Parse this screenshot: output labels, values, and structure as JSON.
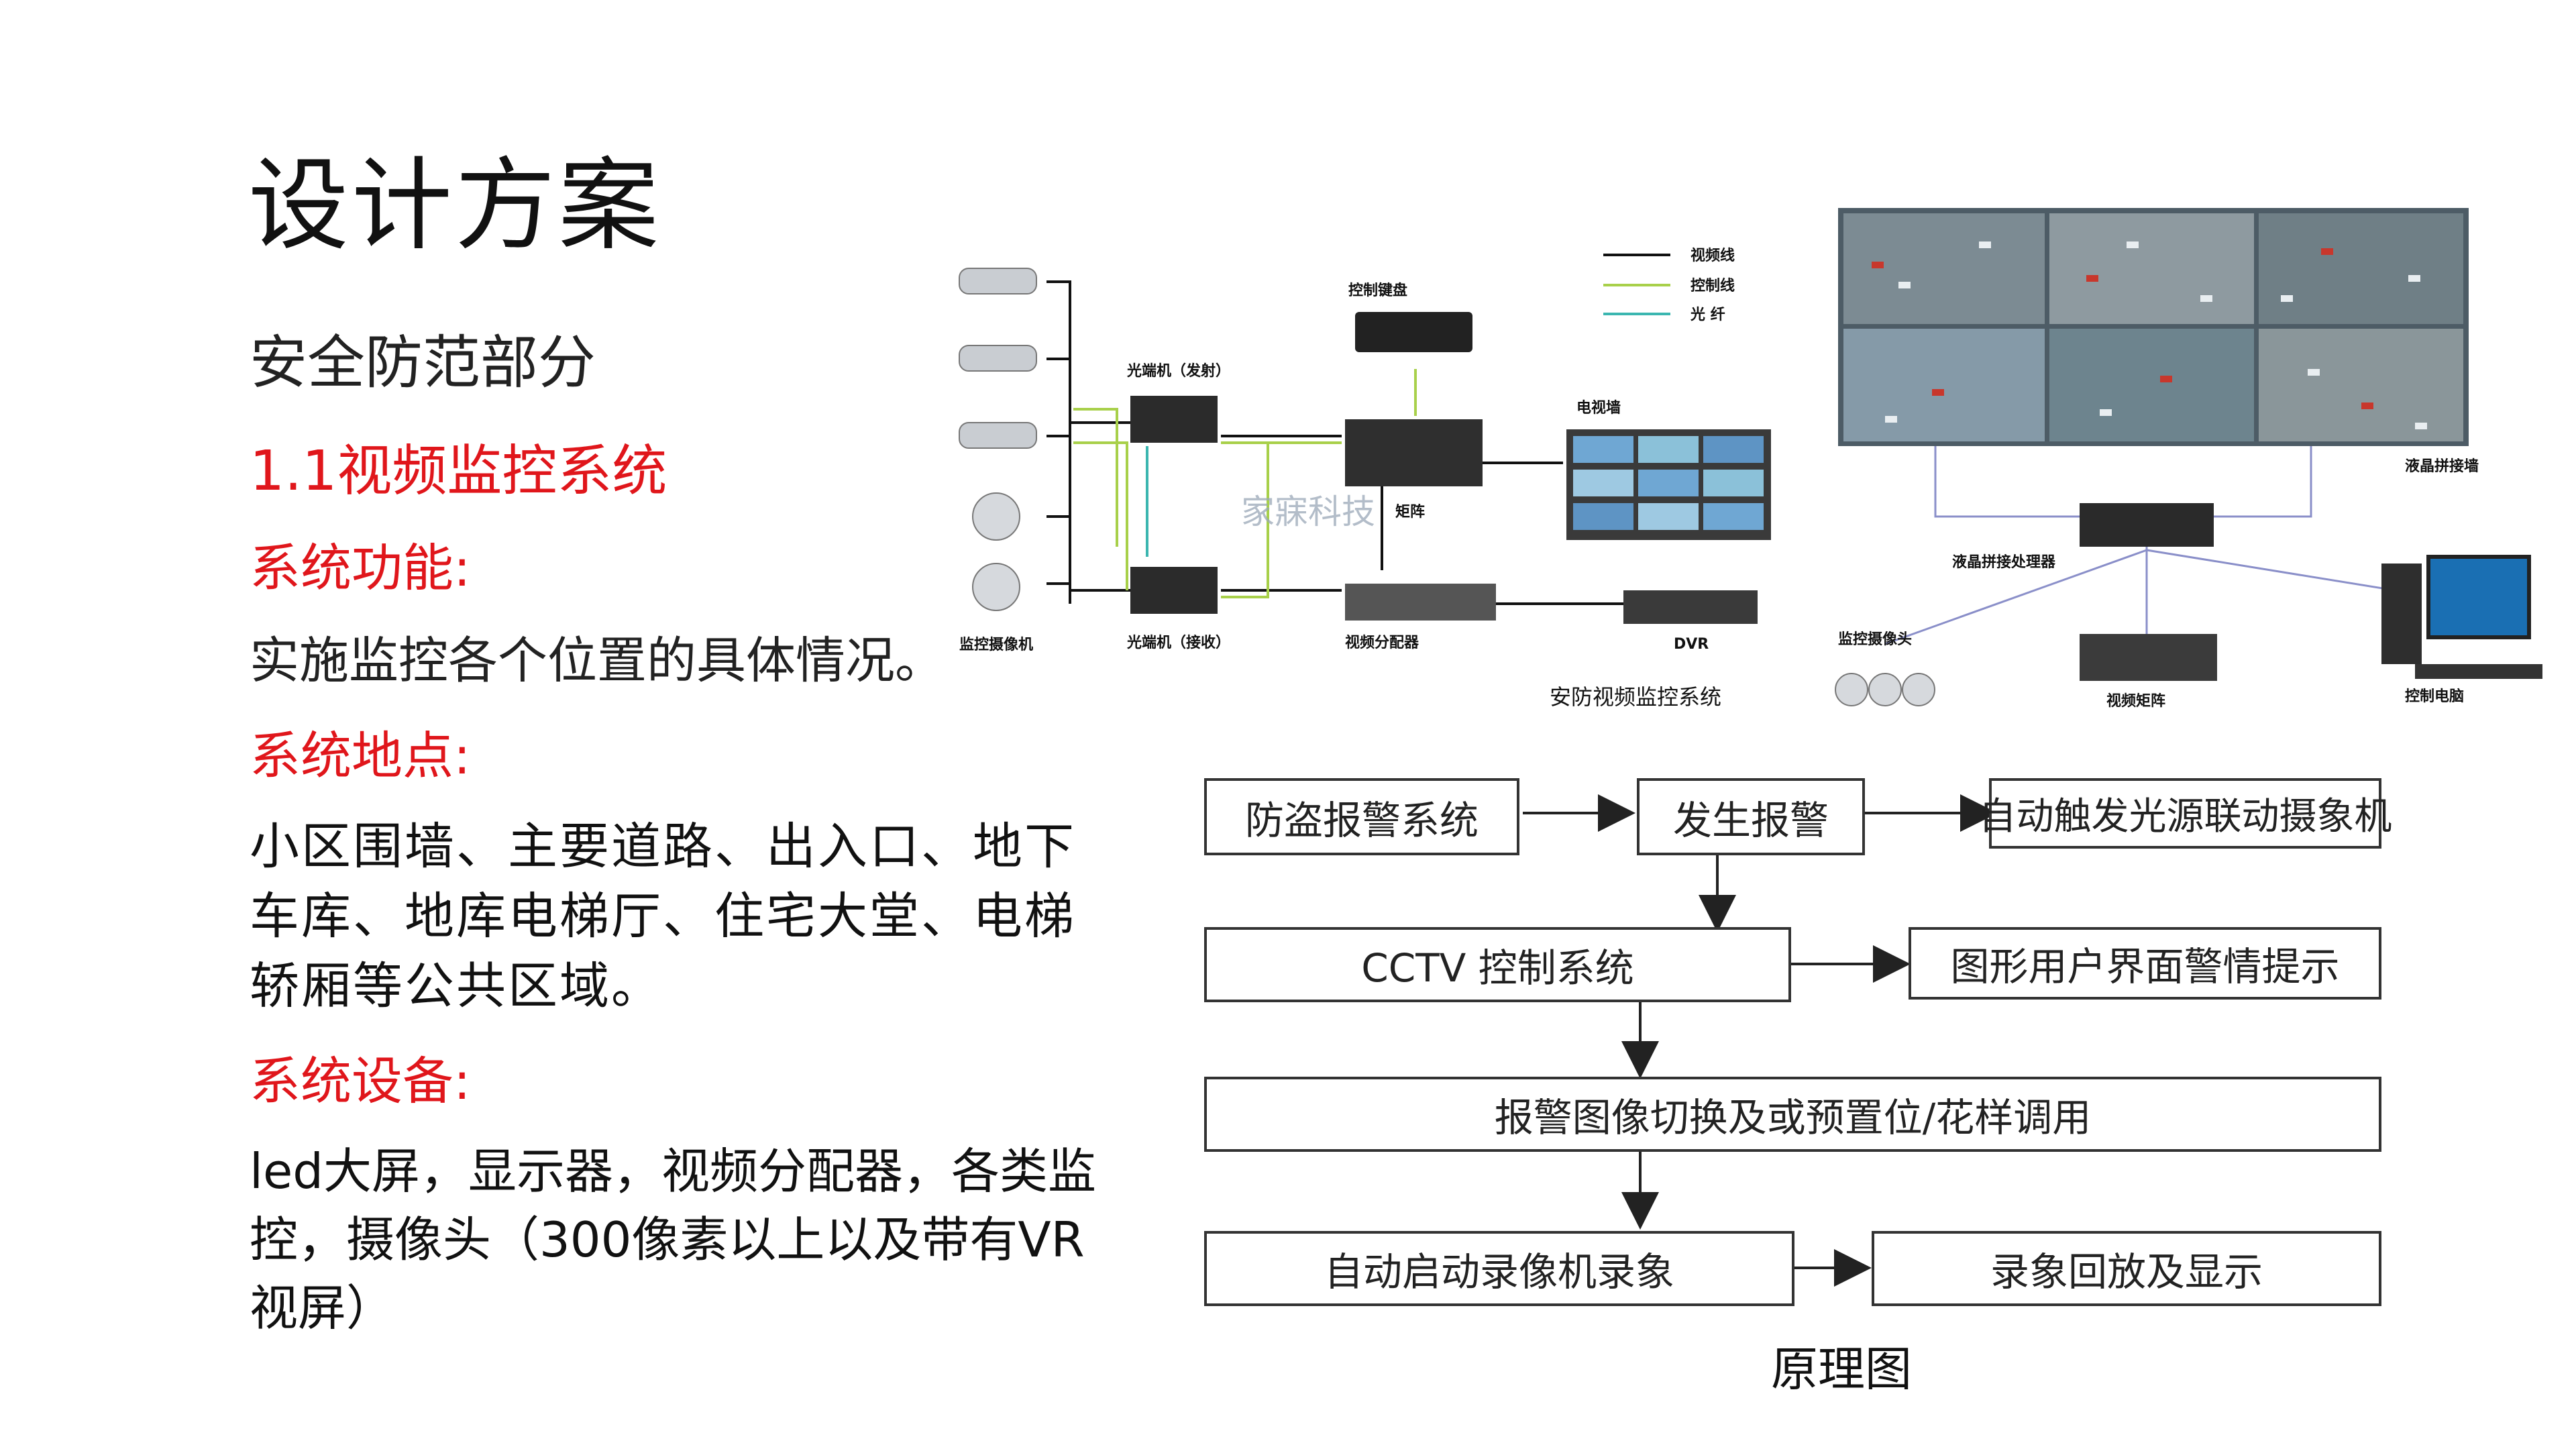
{
  "title": "设计方案",
  "subtitle": "安全防范部分",
  "system_name": "1.1视频监控系统",
  "function": {
    "label": "系统功能:",
    "text": "实施监控各个位置的具体情况。"
  },
  "location": {
    "label": "系统地点:",
    "text": "小区围墙、主要道路、出入口、地下车库、地库电梯厅、住宅大堂、电梯轿厢等公共区域。"
  },
  "equipment": {
    "label": "系统设备:",
    "text": "led大屏，显示器，视频分配器，各类监控，摄像头（300像素以上以及带有VR视屏）"
  },
  "diagram1": {
    "legend": [
      "视频线",
      "控制线",
      "光 纤"
    ],
    "control_keyboard": "控制键盘",
    "transmitter": "光端机（发射）",
    "receiver": "光端机（接收）",
    "matrix": "矩阵",
    "video_wall": "电视墙",
    "distributor": "视频分配器",
    "dvr": "DVR",
    "cameras": "监控摄像机",
    "watermark": "家寐科技",
    "caption": "安防视频监控系统",
    "colors": {
      "video_line": "#111111",
      "control_line": "#a8d04a",
      "fiber_line": "#3bb6b0"
    }
  },
  "diagram2": {
    "lcd_wall": "液晶拼接墙",
    "processor": "液晶拼接处理器",
    "cameras": "监控摄像头",
    "matrix": "视频矩阵",
    "pc": "控制电脑",
    "line_color": "#8a8fc9"
  },
  "flowchart": {
    "boxes": {
      "alarm_system": "防盗报警系统",
      "alarm": "发生报警",
      "auto_trigger": "自动触发光源联动摄象机",
      "cctv": "CCTV 控制系统",
      "gui": "图形用户界面警情提示",
      "switch": "报警图像切换及或预置位/花样调用",
      "record": "自动启动录像机录象",
      "playback": "录象回放及显示"
    },
    "caption": "原理图"
  }
}
